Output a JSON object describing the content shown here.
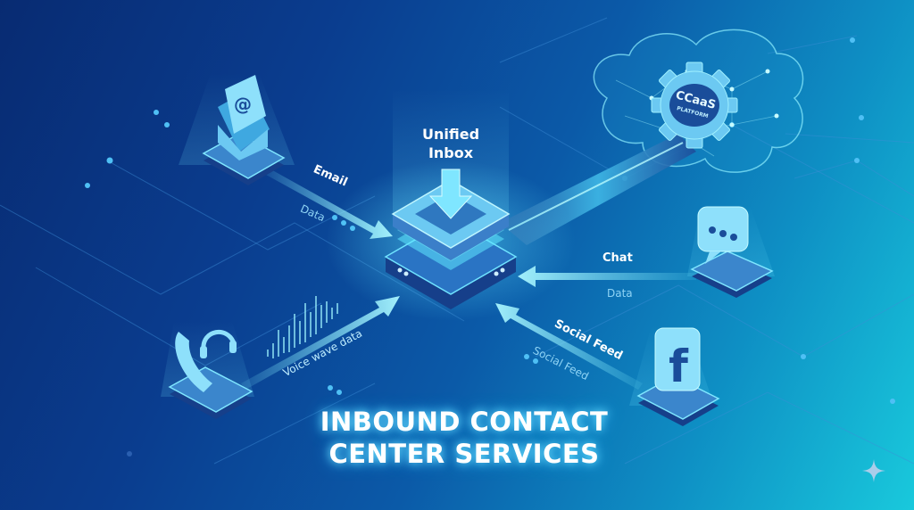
{
  "title": {
    "line1": "INBOUND CONTACT",
    "line2": "CENTER SERVICES"
  },
  "hub": {
    "label_line1": "Unified",
    "label_line2": "Inbox",
    "icon": "inbox-server-icon"
  },
  "platform": {
    "line1": "CCaaS",
    "line2": "PLATFORM",
    "icon": "gear-cloud-icon"
  },
  "channels": [
    {
      "id": "email",
      "icon": "email-at-icon",
      "label": "Email",
      "sublabel": "Data"
    },
    {
      "id": "chat",
      "icon": "chat-bubble-icon",
      "label": "Chat",
      "sublabel": "Data"
    },
    {
      "id": "social",
      "icon": "facebook-icon",
      "label": "Social Feed",
      "sublabel": "Social Feed"
    },
    {
      "id": "voice",
      "icon": "phone-headset-icon",
      "label": "",
      "sublabel": "Voice wave data"
    }
  ],
  "colors": {
    "bg_dark": "#082b72",
    "bg_mid": "#0b5aa8",
    "bg_light": "#19c9dc",
    "glow": "#6fe3ff",
    "tile": "#5fc3ee",
    "tile_dark": "#1e4f9c"
  },
  "watermark": {
    "icon": "sparkle-icon"
  }
}
